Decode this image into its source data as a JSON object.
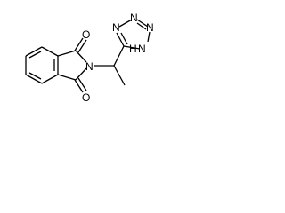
{
  "molecule": {
    "atom_labels": {
      "o_top": "O",
      "o_bottom": "O",
      "n_imide": "N",
      "n_ring_top_right": "N",
      "n_ring_right": "N",
      "n_ring_left": "N",
      "nh_ring": "H",
      "nh_ring_n": "N"
    }
  }
}
